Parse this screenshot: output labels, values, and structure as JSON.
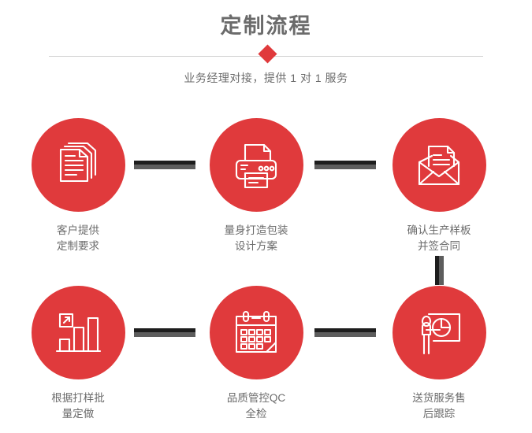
{
  "header": {
    "title": "定制流程",
    "subtitle": "业务经理对接，提供 1 对 1 服务",
    "divider_icon": "diamond-marker"
  },
  "theme": {
    "accent_red": "#e03a3c",
    "text_gray": "#6b6b6b",
    "connector_dark": "#1d1d1d",
    "connector_gray": "#5d5d5d",
    "divider_gray": "#cfcfcf",
    "background": "#ffffff"
  },
  "flow": {
    "steps": [
      {
        "index": 1,
        "icon": "documents-stack-icon",
        "label": "客户提供\n定制要求"
      },
      {
        "index": 2,
        "icon": "printer-icon",
        "label": "量身打造包装\n设计方案"
      },
      {
        "index": 3,
        "icon": "envelope-contract-icon",
        "label": "确认生产样板\n并签合同"
      },
      {
        "index": 4,
        "icon": "bar-chart-growth-icon",
        "label": "根据打样批\n量定做"
      },
      {
        "index": 5,
        "icon": "calendar-icon",
        "label": "品质管控QC\n全检"
      },
      {
        "index": 6,
        "icon": "presentation-person-icon",
        "label": "送货服务售\n后跟踪"
      }
    ],
    "connectors": [
      {
        "name": "connector-1-2",
        "orientation": "horizontal"
      },
      {
        "name": "connector-2-3",
        "orientation": "horizontal"
      },
      {
        "name": "connector-3-6",
        "orientation": "vertical"
      },
      {
        "name": "connector-4-5",
        "orientation": "horizontal"
      },
      {
        "name": "connector-5-6",
        "orientation": "horizontal"
      }
    ]
  }
}
